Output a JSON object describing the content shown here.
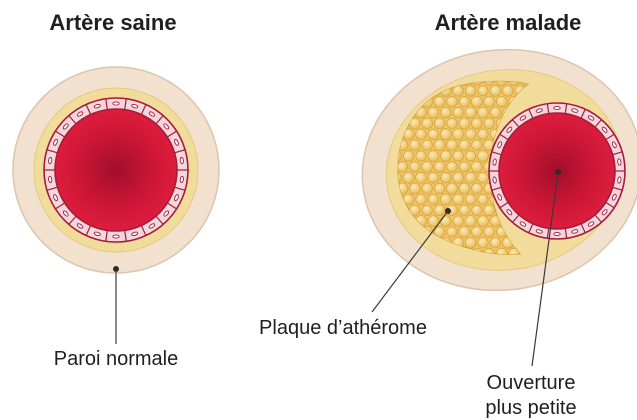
{
  "titles": {
    "healthy": "Artère saine",
    "diseased": "Artère malade"
  },
  "labels": {
    "normal_wall": "Paroi normale",
    "plaque": "Plaque d’athérome",
    "opening_line1": "Ouverture",
    "opening_line2": "plus petite"
  },
  "colors": {
    "outer_wall": "#f3e1cf",
    "outer_wall_stroke": "#dcc5ad",
    "media_layer": "#f2dc9c",
    "intima_layer": "#f3d7dc",
    "intima_stroke": "#a51c3a",
    "lumen_center": "#a10f2b",
    "lumen_edge": "#e21e3f",
    "plaque_fill": "#f1c564",
    "plaque_bubble": "#f6d98a",
    "plaque_bubble_stroke": "#d7a441",
    "text": "#1f1f1f",
    "leader_line": "#3a3a3a"
  }
}
